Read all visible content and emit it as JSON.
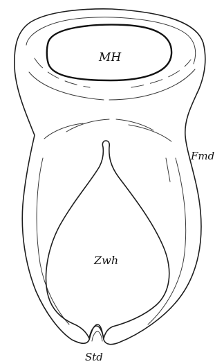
{
  "figure": {
    "labels": {
      "mh": "MH",
      "fmd": "Fmd",
      "zwh": "Zwh",
      "std": "Std"
    }
  }
}
